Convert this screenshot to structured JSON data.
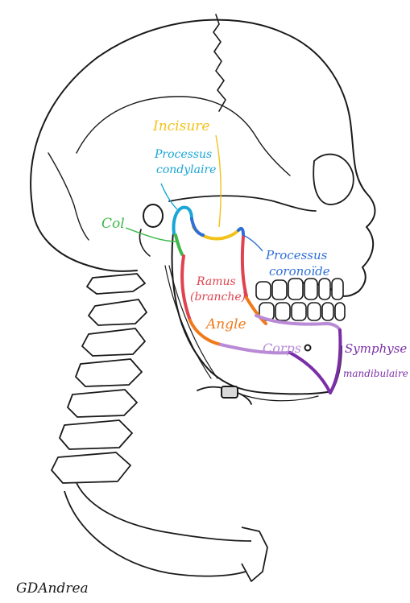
{
  "figure": {
    "labels": {
      "incisure": "Incisure",
      "processus_condylaire_1": "Processus",
      "processus_condylaire_2": "condylaire",
      "col": "Col",
      "processus_coronoide_1": "Processus",
      "processus_coronoide_2": "coronoïde",
      "ramus_1": "Ramus",
      "ramus_2": "(branche)",
      "angle": "Angle",
      "corps": "Corps",
      "symphyse_1": "Symphyse",
      "symphyse_2": "mandibulaire"
    },
    "signature": "GDAndrea",
    "colors": {
      "incisure": "#f2c21b",
      "processus_condylaire": "#1aa6d6",
      "col": "#3db84a",
      "processus_coronoide": "#2f6fd6",
      "ramus": "#e0434f",
      "angle": "#f07a1a",
      "corps": "#b98ad6",
      "symphyse": "#7a2ea8",
      "line_art": "#1a1a1a"
    }
  }
}
